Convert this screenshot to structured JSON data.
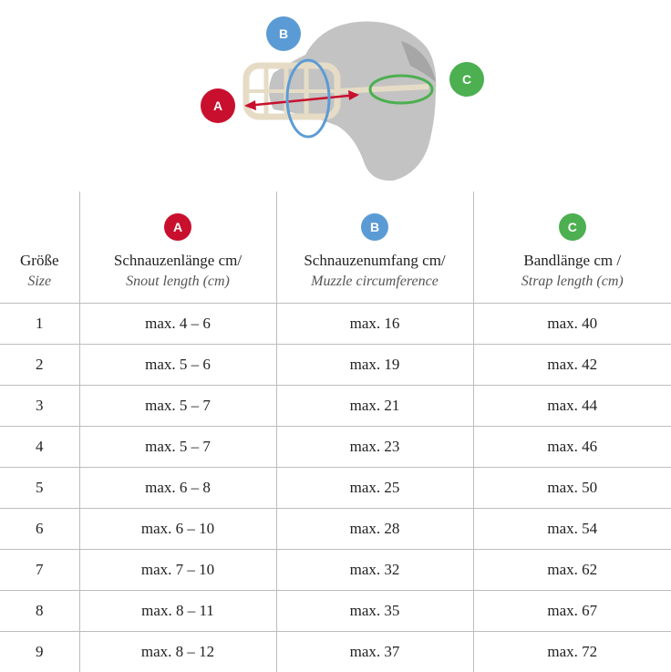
{
  "illustration": {
    "labels": [
      "A",
      "B",
      "C"
    ],
    "colors": {
      "A": "#c8102e",
      "B": "#5b9bd5",
      "C": "#4caf50"
    }
  },
  "table": {
    "headers": [
      {
        "badge": "",
        "de": "Größe",
        "en": "Size"
      },
      {
        "badge": "A",
        "de": "Schnauzenlänge cm/",
        "en": "Snout length (cm)"
      },
      {
        "badge": "B",
        "de": "Schnauzenumfang cm/",
        "en": "Muzzle circumference"
      },
      {
        "badge": "C",
        "de": "Bandlänge cm /",
        "en": "Strap length (cm)"
      }
    ],
    "rows": [
      [
        "1",
        "max. 4 – 6",
        "max. 16",
        "max. 40"
      ],
      [
        "2",
        "max. 5 – 6",
        "max. 19",
        "max. 42"
      ],
      [
        "3",
        "max. 5 – 7",
        "max. 21",
        "max. 44"
      ],
      [
        "4",
        "max. 5 – 7",
        "max. 23",
        "max. 46"
      ],
      [
        "5",
        "max. 6 – 8",
        "max. 25",
        "max. 50"
      ],
      [
        "6",
        "max. 6 – 10",
        "max. 28",
        "max. 54"
      ],
      [
        "7",
        "max. 7 – 10",
        "max. 32",
        "max. 62"
      ],
      [
        "8",
        "max. 8 – 11",
        "max. 35",
        "max. 67"
      ],
      [
        "9",
        "max. 8 – 12",
        "max. 37",
        "max. 72"
      ]
    ]
  }
}
